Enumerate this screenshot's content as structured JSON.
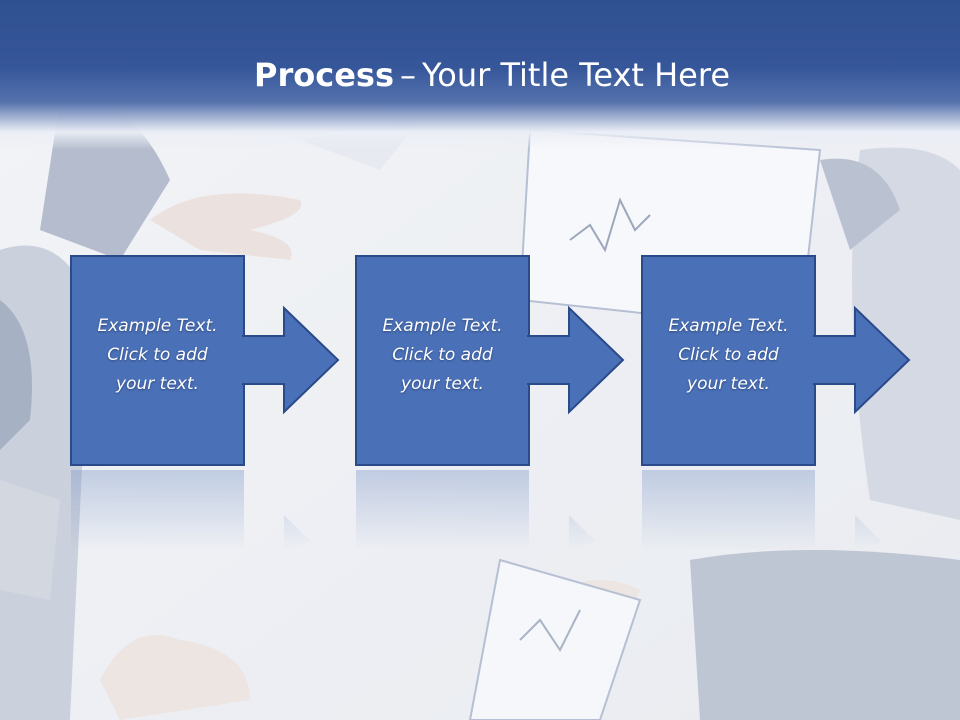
{
  "slide": {
    "title_bold": "Process",
    "title_dash": "–",
    "title_rest": "Your Title Text Here"
  },
  "steps": [
    {
      "line1": "Example Text.",
      "line2": "Click  to add",
      "line3": "your text."
    },
    {
      "line1": "Example Text.",
      "line2": "Click  to add",
      "line3": "your text."
    },
    {
      "line1": "Example Text.",
      "line2": "Click  to add",
      "line3": "your text."
    }
  ],
  "colors": {
    "header": "#2f5090",
    "box_fill": "#4a70b8",
    "box_border": "#2a4a8a"
  },
  "icons": [
    "right-arrow-icon"
  ]
}
